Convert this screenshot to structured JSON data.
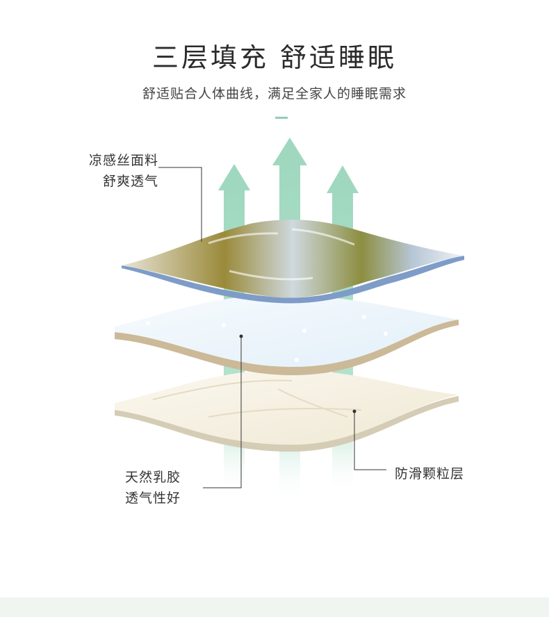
{
  "header": {
    "title": "三层填充 舒适睡眠",
    "subtitle": "舒适贴合人体曲线，满足全家人的睡眠需求"
  },
  "callouts": {
    "top_layer": {
      "line1": "凉感丝面料",
      "line2": "舒爽透气"
    },
    "middle_layer": {
      "line1": "天然乳胶",
      "line2": "透气性好"
    },
    "bottom_layer": {
      "line1": "防滑颗粒层"
    }
  },
  "colors": {
    "arrow": "#a9dcc6",
    "accent_dash": "#8fcfb3",
    "latex_face": "#eaf4fb",
    "latex_edge": "#d8c9ab",
    "quilt_face": "#f6f1e2",
    "fabric_back": "#7e9cc7"
  },
  "icons": [
    "up-arrow-icon"
  ]
}
